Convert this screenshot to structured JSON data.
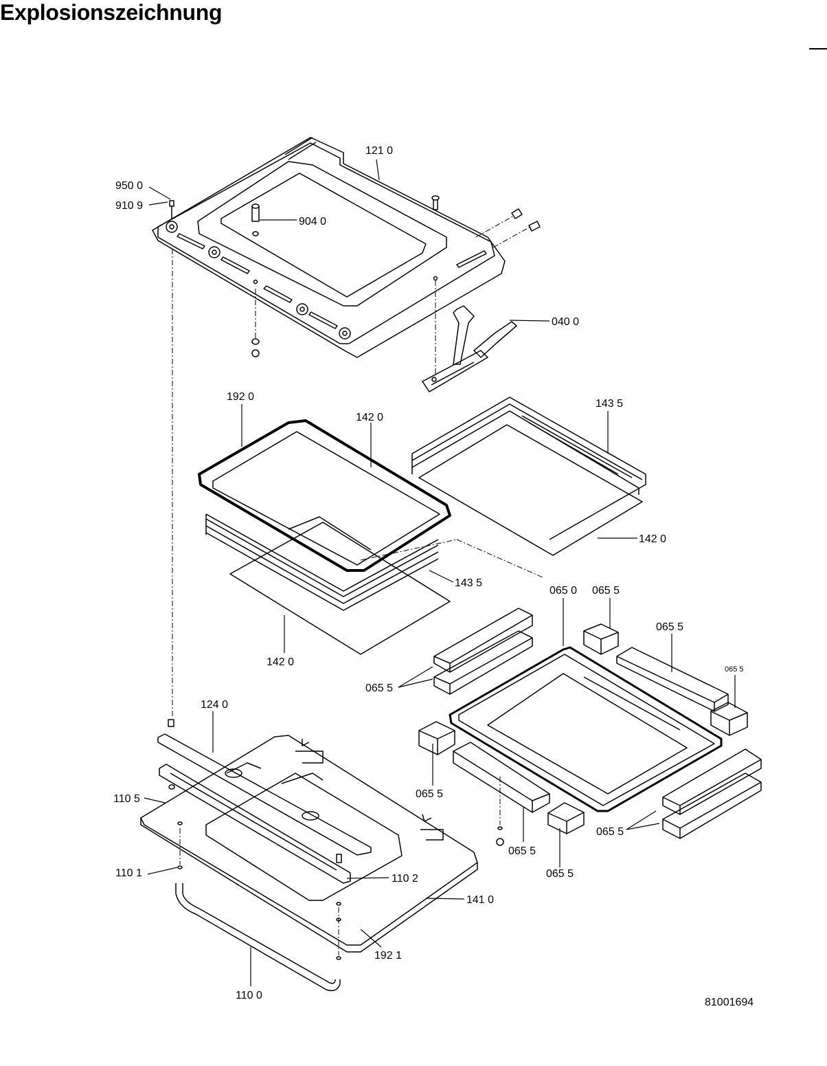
{
  "title": "Explosionszeichnung",
  "document_number": "81001694",
  "parts": {
    "p1210": "121 0",
    "p9500": "950 0",
    "p9109": "910 9",
    "p9040": "904 0",
    "p0400": "040 0",
    "p1920": "192 0",
    "p1420_a": "142 0",
    "p1435_a": "143 5",
    "p1420_b": "142 0",
    "p1435_b": "143 5",
    "p1420_c": "142 0",
    "p0650": "065 0",
    "p0655_a": "065 5",
    "p0655_b": "065 5",
    "p0655_c": "065 5",
    "p0655_d": "065 5",
    "p0655_e": "065 5",
    "p1240": "124 0",
    "p0655_f": "065 5",
    "p1105": "110 5",
    "p1101": "110 1",
    "p1102": "110 2",
    "p1410": "141 0",
    "p1921": "192 1",
    "p1100": "110 0",
    "p0655_g": "065 5",
    "p0655_h": "065 5"
  }
}
